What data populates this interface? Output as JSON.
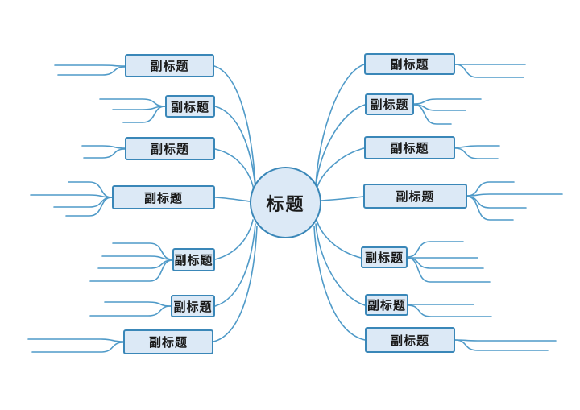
{
  "diagram": {
    "type": "mindmap",
    "center": {
      "label": "标题"
    },
    "left_nodes": [
      {
        "label": "副标题"
      },
      {
        "label": "副标题"
      },
      {
        "label": "副标题"
      },
      {
        "label": "副标题"
      },
      {
        "label": "副标题"
      },
      {
        "label": "副标题"
      },
      {
        "label": "副标题"
      }
    ],
    "right_nodes": [
      {
        "label": "副标题"
      },
      {
        "label": "副标题"
      },
      {
        "label": "副标题"
      },
      {
        "label": "副标题"
      },
      {
        "label": "副标题"
      },
      {
        "label": "副标题"
      },
      {
        "label": "副标题"
      }
    ]
  },
  "colors": {
    "background": "#ffffff",
    "node_fill": "#dce9f6",
    "node_border": "#3a87b8",
    "line": "#4f9ac8",
    "text": "#1a1a1a"
  }
}
